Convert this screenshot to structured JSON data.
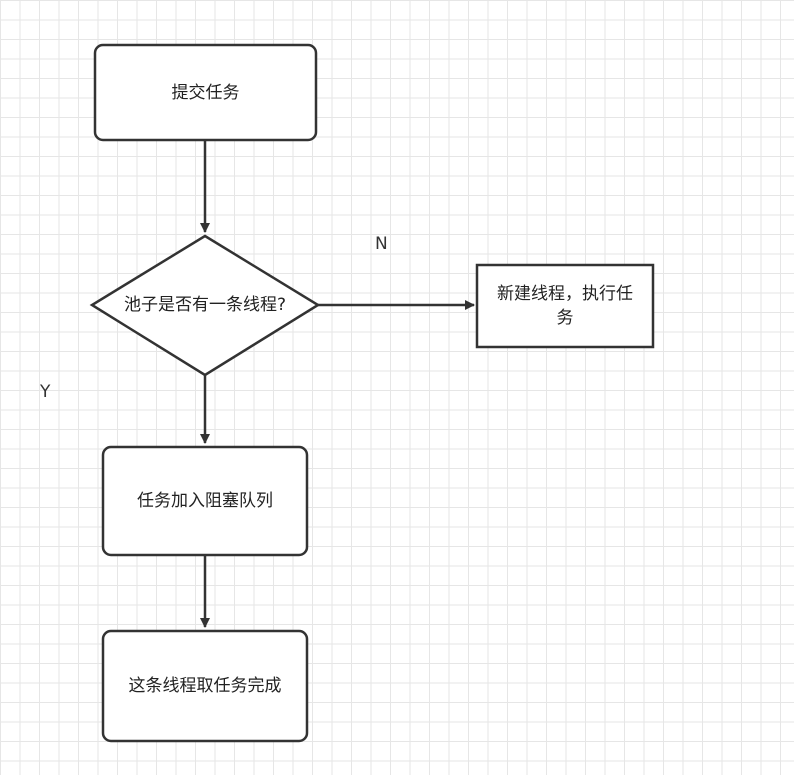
{
  "diagram": {
    "nodes": {
      "submit": "提交任务",
      "decision": "池子是否有一条线程?",
      "new_thread": "新建线程，执行任务",
      "enqueue": "任务加入阻塞队列",
      "take": "这条线程取任务完成"
    },
    "edges": {
      "no_label": "N",
      "yes_label": "Y"
    }
  },
  "colors": {
    "stroke": "#333333",
    "background": "#ffffff",
    "grid": "#e6e6e6"
  }
}
